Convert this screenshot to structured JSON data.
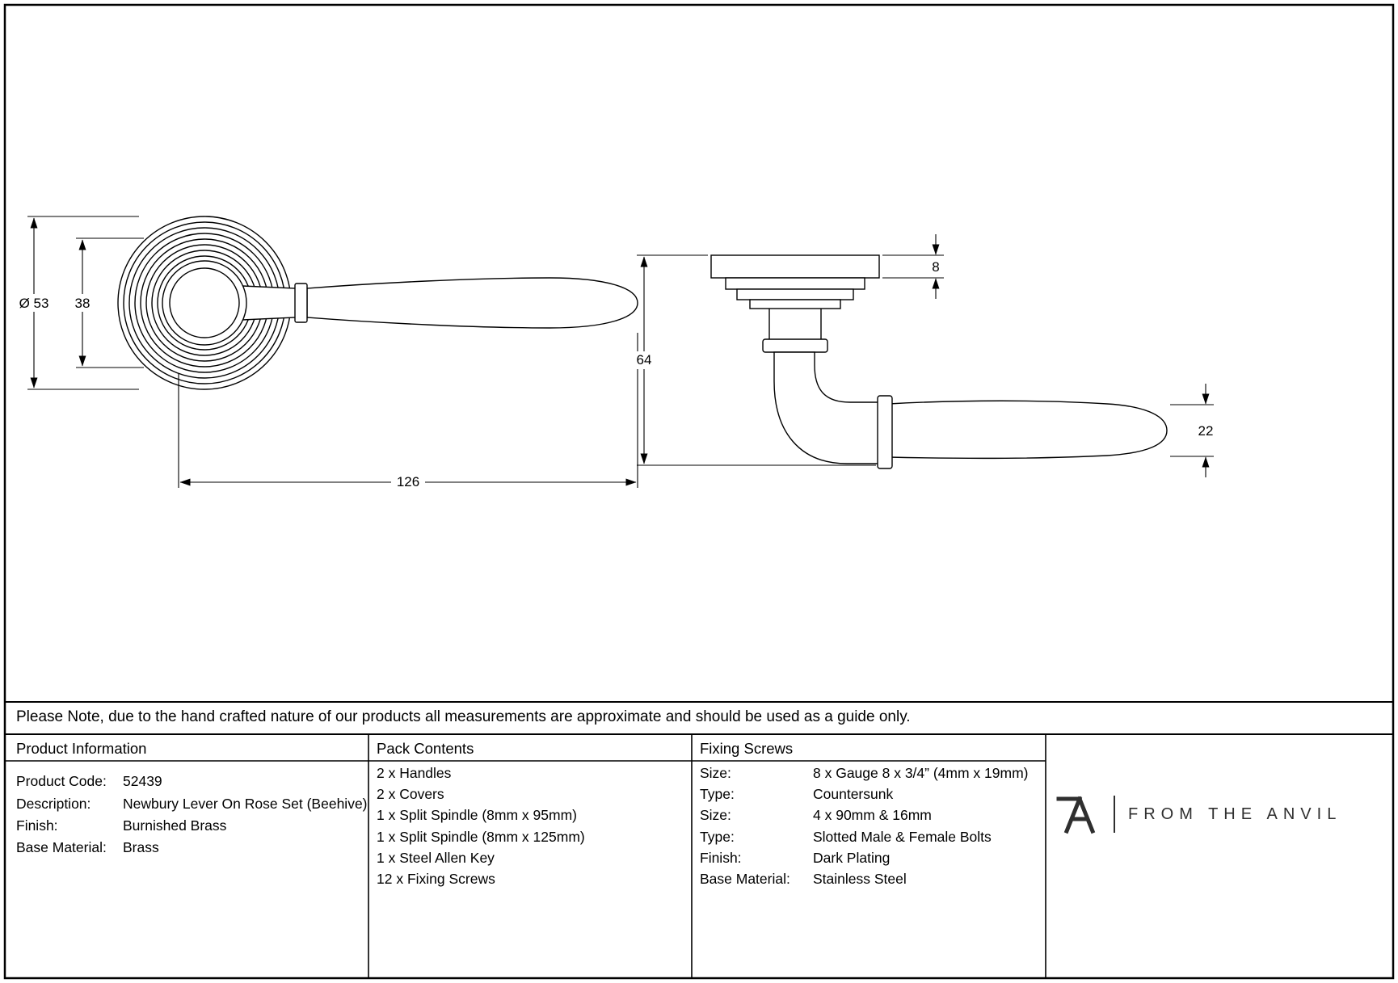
{
  "note": "Please Note, due to the hand crafted nature of our products all measurements are approximate and should be used as a guide only.",
  "drawing": {
    "front": {
      "diameter": "Ø 53",
      "inner_diameter": "38",
      "lever_length": "126"
    },
    "side": {
      "plate_thickness": "8",
      "projection": "64",
      "lever_thickness": "22"
    }
  },
  "table": {
    "product_information": {
      "header": "Product Information",
      "rows": [
        {
          "label": "Product Code:",
          "value": "52439"
        },
        {
          "label": "Description:",
          "value": "Newbury Lever On Rose Set (Beehive)"
        },
        {
          "label": "Finish:",
          "value": "Burnished Brass"
        },
        {
          "label": "Base Material:",
          "value": "Brass"
        }
      ]
    },
    "pack_contents": {
      "header": "Pack Contents",
      "items": [
        "2 x Handles",
        "2 x Covers",
        "1 x Split Spindle (8mm x 95mm)",
        "1 x Split Spindle (8mm x 125mm)",
        "1 x Steel Allen Key",
        "12 x Fixing Screws"
      ]
    },
    "fixing_screws": {
      "header": "Fixing Screws",
      "rows": [
        {
          "label": "Size:",
          "value": "8 x Gauge 8 x 3/4” (4mm x 19mm)"
        },
        {
          "label": "Type:",
          "value": "Countersunk"
        },
        {
          "label": "Size:",
          "value": "4 x 90mm & 16mm"
        },
        {
          "label": "Type:",
          "value": "Slotted Male & Female Bolts"
        },
        {
          "label": "Finish:",
          "value": "Dark Plating"
        },
        {
          "label": "Base Material:",
          "value": "Stainless Steel"
        }
      ]
    }
  },
  "brand": {
    "name": "FROM THE ANVIL"
  }
}
